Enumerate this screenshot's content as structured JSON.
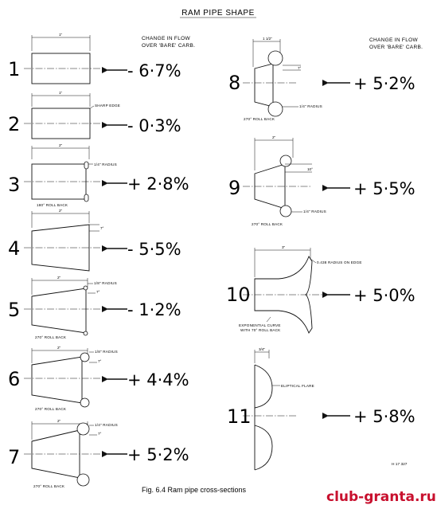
{
  "title": "Ram pipe shape",
  "headers": {
    "left": [
      "CHANGE IN FLOW",
      "OVER 'BARE' CARB."
    ],
    "right": [
      "CHANGE IN FLOW",
      "OVER 'BARE' CARB."
    ]
  },
  "shapes": [
    {
      "index": "1",
      "change": "- 6·7%",
      "labels": [],
      "dims": [
        "1\""
      ]
    },
    {
      "index": "2",
      "change": "- 0·3%",
      "labels": [
        "SHARP EDGE"
      ],
      "dims": [
        "1\""
      ]
    },
    {
      "index": "3",
      "change": "+ 2·8%",
      "labels": [
        "1/4\" RADIUS",
        "180° ROLL BACK"
      ],
      "dims": [
        "2\""
      ]
    },
    {
      "index": "4",
      "change": "- 5·5%",
      "labels": [],
      "dims": [
        "2\"",
        "7°"
      ]
    },
    {
      "index": "5",
      "change": "- 1·2%",
      "labels": [
        "1/8\" RADIUS",
        "270° ROLL BACK"
      ],
      "dims": [
        "2\"",
        "7°"
      ]
    },
    {
      "index": "6",
      "change": "+ 4·4%",
      "labels": [
        "1/8\" RADIUS",
        "270° ROLL BACK"
      ],
      "dims": [
        "2\"",
        "7°"
      ]
    },
    {
      "index": "7",
      "change": "+ 5·2%",
      "labels": [
        "1/4\" RADIUS",
        "270° ROLL BACK"
      ],
      "dims": [
        "2\"",
        "7°"
      ]
    },
    {
      "index": "8",
      "change": "+ 5·2%",
      "labels": [
        "1/4\" RADIUS",
        "270° ROLL BACK"
      ],
      "dims": [
        "1 1/2\"",
        "7°"
      ]
    },
    {
      "index": "9",
      "change": "+ 5·5%",
      "labels": [
        "1/4\" RADIUS",
        "270° ROLL BACK"
      ],
      "dims": [
        "2\"",
        "10°"
      ]
    },
    {
      "index": "10",
      "change": "+ 5·0%",
      "labels": [
        "0.438 RADIUS ON EDGE",
        "EXPONENTIAL CURVE",
        "WITH 70° ROLL BACK"
      ],
      "dims": [
        "3\""
      ]
    },
    {
      "index": "11",
      "change": "+ 5·8%",
      "labels": [
        "ELIPTICAL FLARE"
      ],
      "dims": [
        "3/4\""
      ]
    }
  ],
  "caption": "Fig. 6.4 Ram pipe cross-sections",
  "ref_code": "H 17 327",
  "watermark": "club-granta.ru"
}
